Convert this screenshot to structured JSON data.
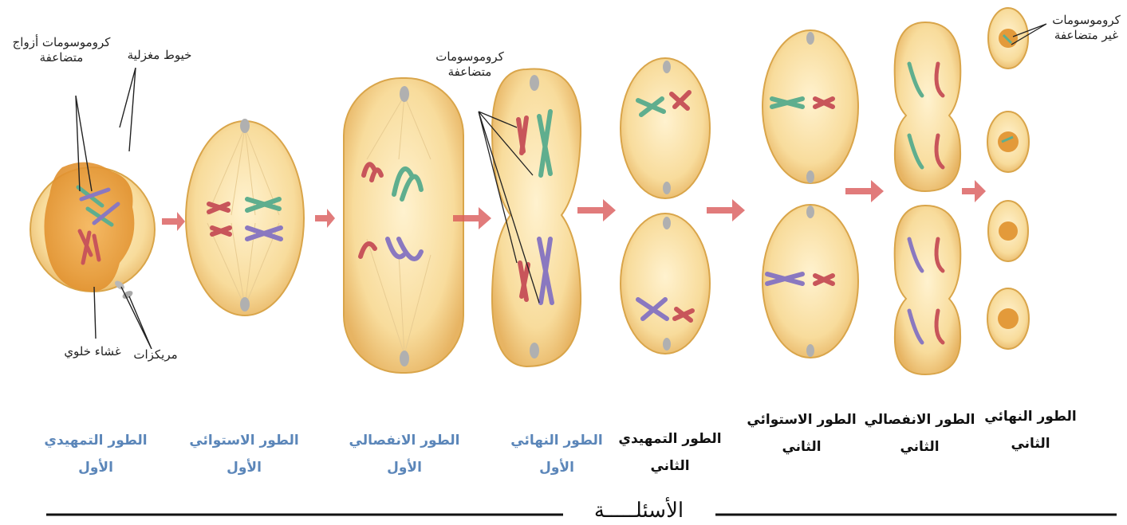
{
  "annotations": {
    "paired_chromosomes": "كروموسومات أزواج متضاعفة",
    "spindle_fibers": "خيوط مغزلية",
    "cell_membrane": "غشاء خلوي",
    "centrioles": "مريكزات",
    "duplicated_chromosomes": "كروموسومات متضاعفة",
    "unduplicated_chromosomes": "كروموسومات غير متضاعفة"
  },
  "stages": [
    {
      "line1": "الطور التمهيدي",
      "line2": "الأول",
      "color": "#5b86b9"
    },
    {
      "line1": "الطور الاستوائي",
      "line2": "الأول",
      "color": "#5b86b9"
    },
    {
      "line1": "الطور الانفصالي",
      "line2": "الأول",
      "color": "#5b86b9"
    },
    {
      "line1": "الطور النهائي",
      "line2": "الأول",
      "color": "#5b86b9"
    },
    {
      "line1": "الطور التمهيدي",
      "line2": "الثاني",
      "color": "#111111"
    },
    {
      "line1": "الطور الاستوائي",
      "line2": "الثاني",
      "color": "#111111"
    },
    {
      "line1": "الطور الانفصالي",
      "line2": "الثاني",
      "color": "#111111"
    },
    {
      "line1": "الطور النهائي",
      "line2": "الثاني",
      "color": "#111111"
    }
  ],
  "footer": {
    "title": "الأسئلـــــة"
  },
  "colors": {
    "cell_fill": "#f6d898",
    "cell_edge": "#d9a54a",
    "nucleus": "#e9a23a",
    "arrow": "#d95a5a",
    "chrom_red": "#c8555a",
    "chrom_green": "#5fae8e",
    "chrom_purple": "#8a78c0"
  }
}
